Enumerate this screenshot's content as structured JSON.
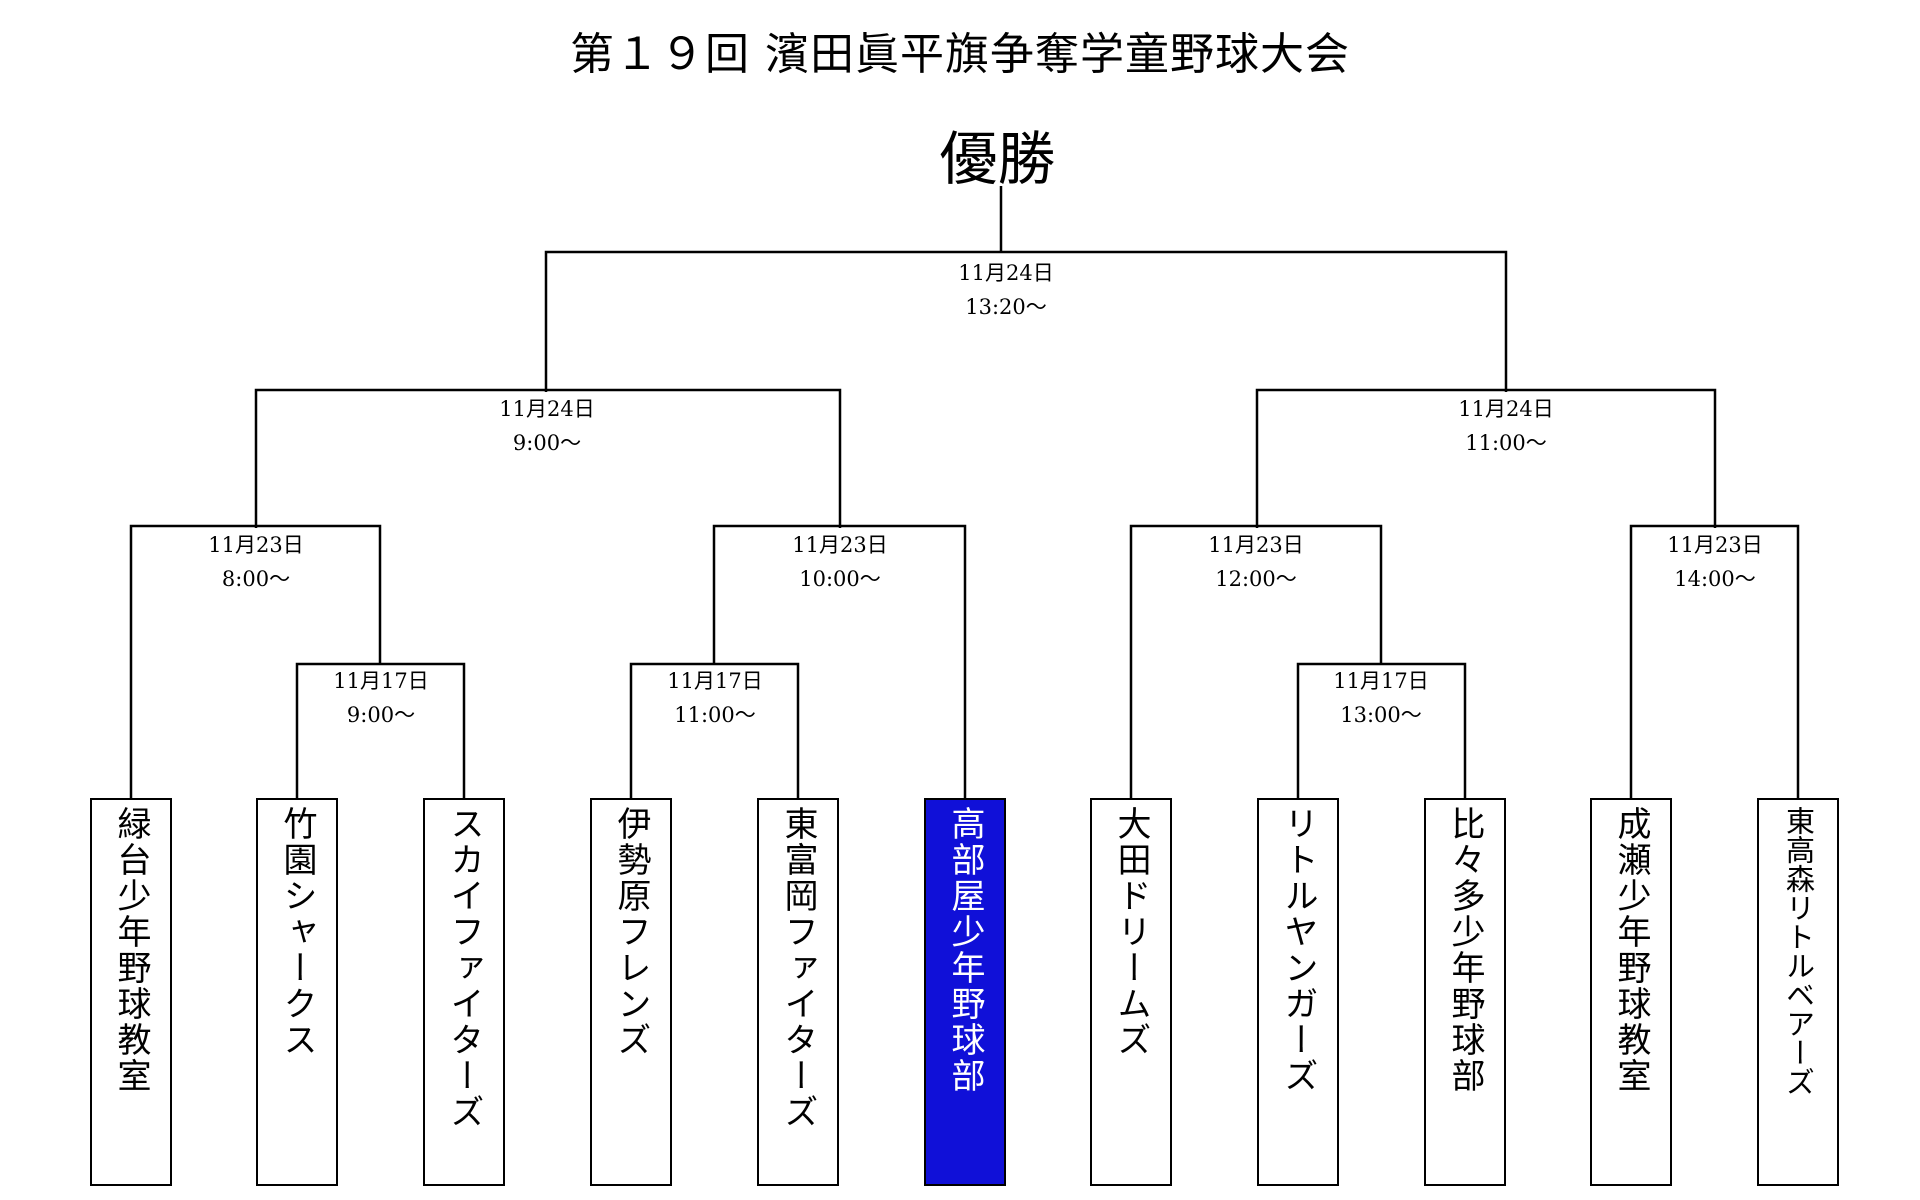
{
  "title": "第１９回 濱田眞平旗争奪学童野球大会",
  "champion_label": "優勝",
  "winner_color": "#1010d8",
  "teams": [
    {
      "name": "緑台少年野球教室",
      "winner": false
    },
    {
      "name": "竹園シャークス",
      "winner": false
    },
    {
      "name": "スカイファイターズ",
      "winner": false
    },
    {
      "name": "伊勢原フレンズ",
      "winner": false
    },
    {
      "name": "東富岡ファイターズ",
      "winner": false
    },
    {
      "name": "高部屋少年野球部",
      "winner": true
    },
    {
      "name": "大田ドリームズ",
      "winner": false
    },
    {
      "name": "リトルヤンガーズ",
      "winner": false
    },
    {
      "name": "比々多少年野球部",
      "winner": false
    },
    {
      "name": "成瀬少年野球教室",
      "winner": false
    },
    {
      "name": "東高森リトルベアーズ",
      "winner": false
    }
  ],
  "matches": {
    "final": {
      "date": "11月24日",
      "time": "13:20～"
    },
    "sf_left": {
      "date": "11月24日",
      "time": "9:00～"
    },
    "sf_right": {
      "date": "11月24日",
      "time": "11:00～"
    },
    "qf1": {
      "date": "11月23日",
      "time": "8:00～"
    },
    "qf2": {
      "date": "11月23日",
      "time": "10:00～"
    },
    "qf3": {
      "date": "11月23日",
      "time": "12:00～"
    },
    "qf4": {
      "date": "11月23日",
      "time": "14:00～"
    },
    "r1_a": {
      "date": "11月17日",
      "time": "9:00～"
    },
    "r1_b": {
      "date": "11月17日",
      "time": "11:00～"
    },
    "r1_c": {
      "date": "11月17日",
      "time": "13:00～"
    }
  }
}
